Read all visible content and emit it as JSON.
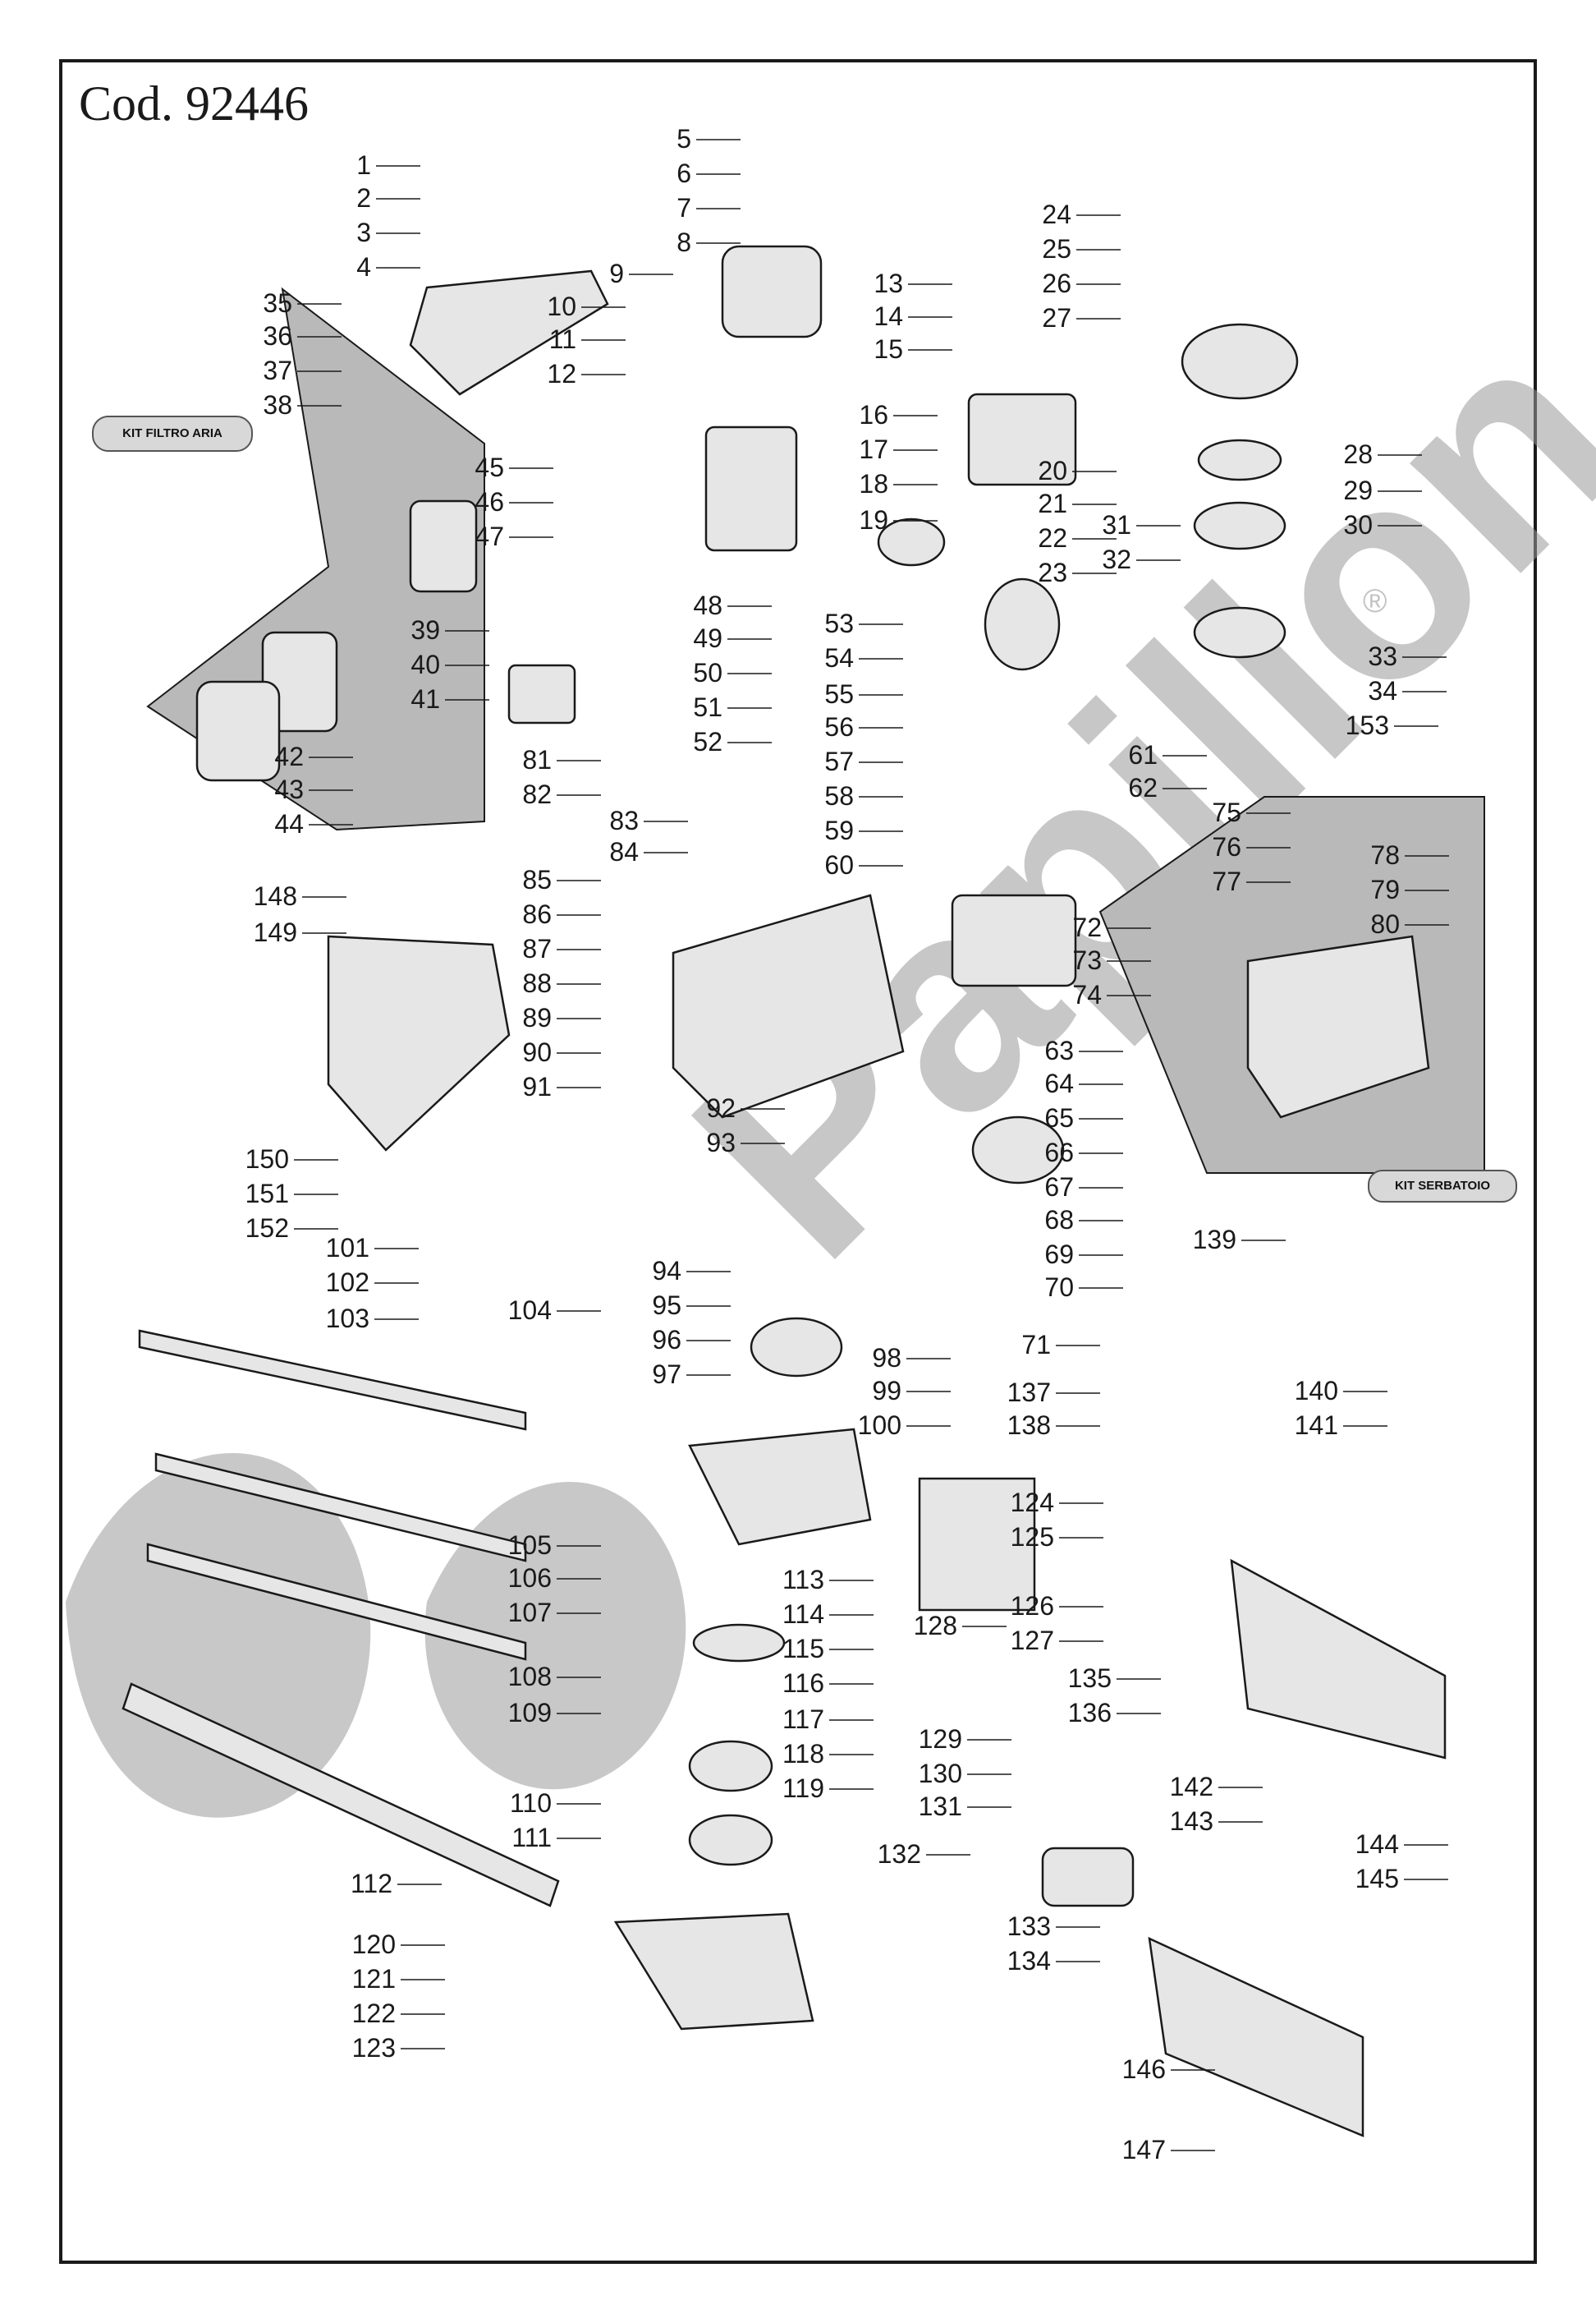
{
  "title": "Cod. 92446",
  "kits": {
    "air_filter": "KIT FILTRO ARIA",
    "tank": "KIT SERBATOIO"
  },
  "watermark": "Papillon",
  "registered_mark": "®",
  "part_labels": [
    "1",
    "2",
    "3",
    "4",
    "5",
    "6",
    "7",
    "8",
    "9",
    "10",
    "11",
    "12",
    "13",
    "14",
    "15",
    "16",
    "17",
    "18",
    "19",
    "20",
    "21",
    "22",
    "23",
    "24",
    "25",
    "26",
    "27",
    "28",
    "29",
    "30",
    "31",
    "32",
    "33",
    "34",
    "35",
    "36",
    "37",
    "38",
    "39",
    "40",
    "41",
    "42",
    "43",
    "44",
    "45",
    "46",
    "47",
    "48",
    "49",
    "50",
    "51",
    "52",
    "53",
    "54",
    "55",
    "56",
    "57",
    "58",
    "59",
    "60",
    "61",
    "62",
    "63",
    "64",
    "65",
    "66",
    "67",
    "68",
    "69",
    "70",
    "71",
    "72",
    "73",
    "74",
    "75",
    "76",
    "77",
    "78",
    "79",
    "80",
    "81",
    "82",
    "83",
    "84",
    "85",
    "86",
    "87",
    "88",
    "89",
    "90",
    "91",
    "92",
    "93",
    "94",
    "95",
    "96",
    "97",
    "98",
    "99",
    "100",
    "101",
    "102",
    "103",
    "104",
    "105",
    "106",
    "107",
    "108",
    "109",
    "110",
    "111",
    "112",
    "113",
    "114",
    "115",
    "116",
    "117",
    "118",
    "119",
    "120",
    "121",
    "122",
    "123",
    "124",
    "125",
    "126",
    "127",
    "128",
    "129",
    "130",
    "131",
    "132",
    "133",
    "134",
    "135",
    "136",
    "137",
    "138",
    "139",
    "140",
    "141",
    "142",
    "143",
    "144",
    "145",
    "146",
    "147",
    "148",
    "149",
    "150",
    "151",
    "152",
    "153"
  ],
  "colors": {
    "line": "#1a1a1a",
    "shade": "#b9b9b9",
    "watermark": "#9a9a9a",
    "part_fill": "#e6e6e6"
  }
}
